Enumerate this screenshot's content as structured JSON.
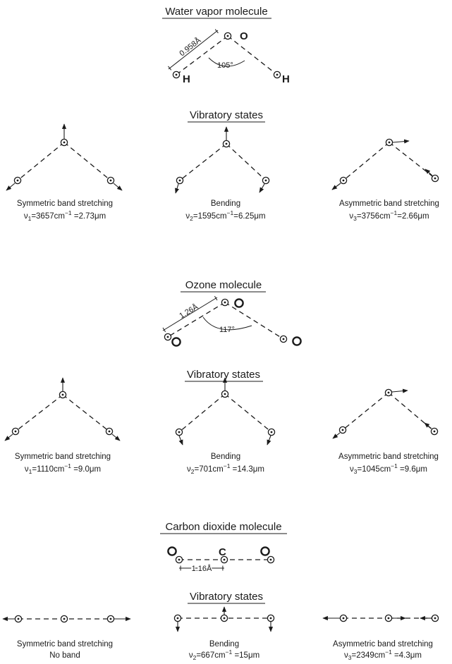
{
  "water": {
    "title": "Water vapor molecule",
    "atom_o": "O",
    "atom_h_left": "H",
    "atom_h_right": "H",
    "bond_length": "0.958Å",
    "angle": "105°",
    "states_title": "Vibratory states",
    "modes": [
      {
        "name": "Symmetric band stretching",
        "sym": "ν",
        "sub": "1",
        "value": "=3657cm",
        "sup": "−1",
        "tail": " =2.73μm"
      },
      {
        "name": "Bending",
        "sym": "ν",
        "sub": "2",
        "value": "=1595cm",
        "sup": "−1",
        "tail": "=6.25μm"
      },
      {
        "name": "Asymmetric band stretching",
        "sym": "ν",
        "sub": "3",
        "value": "=3756cm",
        "sup": "−1",
        "tail": "=2.66μm"
      }
    ]
  },
  "ozone": {
    "title": "Ozone molecule",
    "atom_top": "O",
    "atom_left": "O",
    "atom_right": "O",
    "bond_length": "1.26Å",
    "angle": "117°",
    "states_title": "Vibratory states",
    "modes": [
      {
        "name": "Symmetric band stretching",
        "sym": "ν",
        "sub": "1",
        "value": "=1110cm",
        "sup": "−1",
        "tail": " =9.0μm"
      },
      {
        "name": "Bending",
        "sym": "ν",
        "sub": "2",
        "value": "=701cm",
        "sup": "−1",
        "tail": " =14.3μm"
      },
      {
        "name": "Asymmetric band stretching",
        "sym": "ν",
        "sub": "3",
        "value": "=1045cm",
        "sup": "−1",
        "tail": " =9.6μm"
      }
    ]
  },
  "co2": {
    "title": "Carbon dioxide molecule",
    "atom_left": "O",
    "atom_center": "C",
    "atom_right": "O",
    "bond_length": "1.16Å",
    "states_title": "Vibratory states",
    "modes": [
      {
        "name": "Symmetric band stretching",
        "line2": "No band"
      },
      {
        "name": "Bending",
        "sym": "ν",
        "sub": "2",
        "value": "=667cm",
        "sup": "−1",
        "tail": " =15μm"
      },
      {
        "name": "Asymmetric band stretching",
        "sym": "ν",
        "sub": "3",
        "value": "=2349cm",
        "sup": "−1",
        "tail": " =4.3μm"
      }
    ]
  }
}
